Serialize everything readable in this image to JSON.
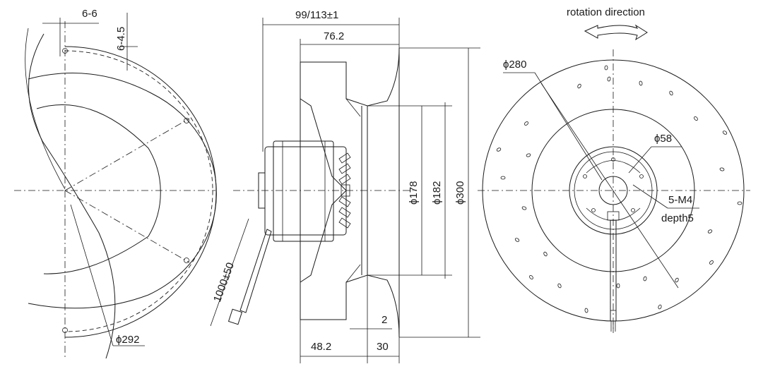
{
  "left_view": {
    "dim_6_6": "6-6",
    "dim_6_4_5": "6-4.5",
    "dim_phi292": "ϕ292"
  },
  "side_view": {
    "dim_99_113": "99/113±1",
    "dim_76_2": "76.2",
    "dim_1000": "1000±50",
    "dim_phi178": "ϕ178",
    "dim_phi182": "ϕ182",
    "dim_phi300": "ϕ300",
    "dim_2": "2",
    "dim_48_2": "48.2",
    "dim_30": "30"
  },
  "front_view": {
    "rotation_label": "rotation direction",
    "dim_phi280": "ϕ280",
    "dim_phi58": "ϕ58",
    "dim_5_m4": "5-M4",
    "dim_depth5": "depth5"
  }
}
